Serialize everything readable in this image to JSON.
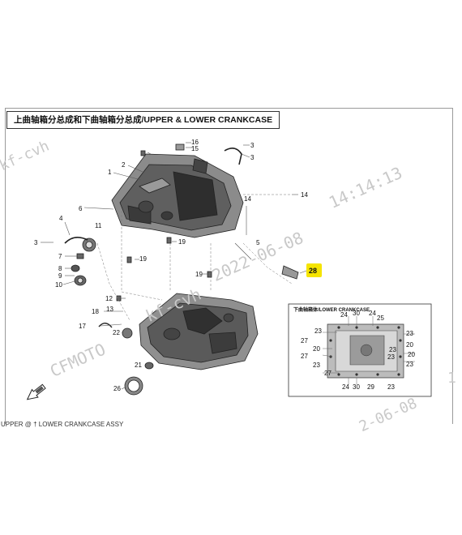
{
  "title": "上曲轴箱分总成和下曲轴箱分总成/UPPER & LOWER CRANKCASE",
  "footer": "UPPER @ † LOWER CRANKCASE ASSY",
  "inset": {
    "title": "下曲轴箱体/LOWER CRANKCASE"
  },
  "highlight_color": "#f5e400",
  "watermarks": {
    "brand": "CFMOTO",
    "user": "kf-cvh",
    "date": "2022-06-08",
    "time": "14:14:13",
    "user_top": "kf-cvh",
    "date_bottom": "2-06-08",
    "fragment": "1"
  },
  "callouts": {
    "c1": "1",
    "c2": "2",
    "c3a": "3",
    "c3b": "3",
    "c3c": "3",
    "c4": "4",
    "c5": "5",
    "c6": "6",
    "c7": "7",
    "c8": "8",
    "c9": "9",
    "c10": "10",
    "c11": "11",
    "c12": "12",
    "c13": "13",
    "c14": "14",
    "c14b": "14",
    "c15": "15",
    "c16": "16",
    "c17": "17",
    "c18": "18",
    "c19a": "19",
    "c19b": "19",
    "c19c": "19",
    "c21": "21",
    "c22": "22",
    "c26": "26",
    "c28": "28"
  },
  "inset_callouts": {
    "i24a": "24",
    "i30a": "30",
    "i24b": "24",
    "i25": "25",
    "i23a": "23",
    "i27a": "27",
    "i20a": "20",
    "i27b": "27",
    "i23b": "23",
    "i27c": "27",
    "i23c": "23",
    "i20b": "20",
    "i23d": "23",
    "i23e": "23",
    "i20c": "20",
    "i23f": "23",
    "i24c": "24",
    "i30b": "30",
    "i29": "29",
    "i23g": "23"
  },
  "icons": {
    "front": "front-direction-arrow-icon"
  }
}
